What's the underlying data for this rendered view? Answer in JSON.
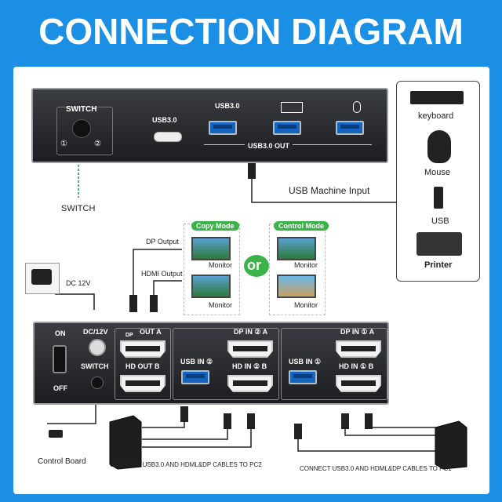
{
  "title": "CONNECTION DIAGRAM",
  "top_unit": {
    "switch_label": "SWITCH",
    "pos1": "①",
    "pos2": "②",
    "usbc_label": "USB3.0",
    "usb_label": "USB3.0",
    "out_label": "USB3.0 OUT"
  },
  "switch_caption": "SWITCH",
  "usb_machine_input": "USB Machine Input",
  "peripherals": [
    "keyboard",
    "Mouse",
    "USB",
    "Printer"
  ],
  "modes": {
    "copy": "Copy Mode",
    "control": "Control Mode",
    "or": "or",
    "monitor": "Monitor"
  },
  "outputs": {
    "dp": "DP Output",
    "hdmi": "HDMI Output",
    "dc": "DC 12V"
  },
  "bottom_unit": {
    "on": "ON",
    "off": "OFF",
    "dc": "DC/12V",
    "switch": "SWITCH",
    "dp": "DP",
    "out_a": "OUT A",
    "hd_out_b": "HD OUT B",
    "dp_in2_a": "DP IN ② A",
    "usb_in2": "USB IN ②",
    "hd_in2_b": "HD IN ② B",
    "dp_in1_a": "DP IN ① A",
    "usb_in1": "USB IN ①",
    "hd_in1_b": "HD IN ① B"
  },
  "control_board": "Control Board",
  "pc2_caption": "CONNECT USB3.0 AND HDML&DP CABLES TO PC2",
  "pc1_caption": "CONNECT USB3.0 AND HDML&DP CABLES TO PC1",
  "colors": {
    "background": "#1b8fe3",
    "usb_blue": "#1565c0",
    "mode_green": "#3bb34a"
  }
}
